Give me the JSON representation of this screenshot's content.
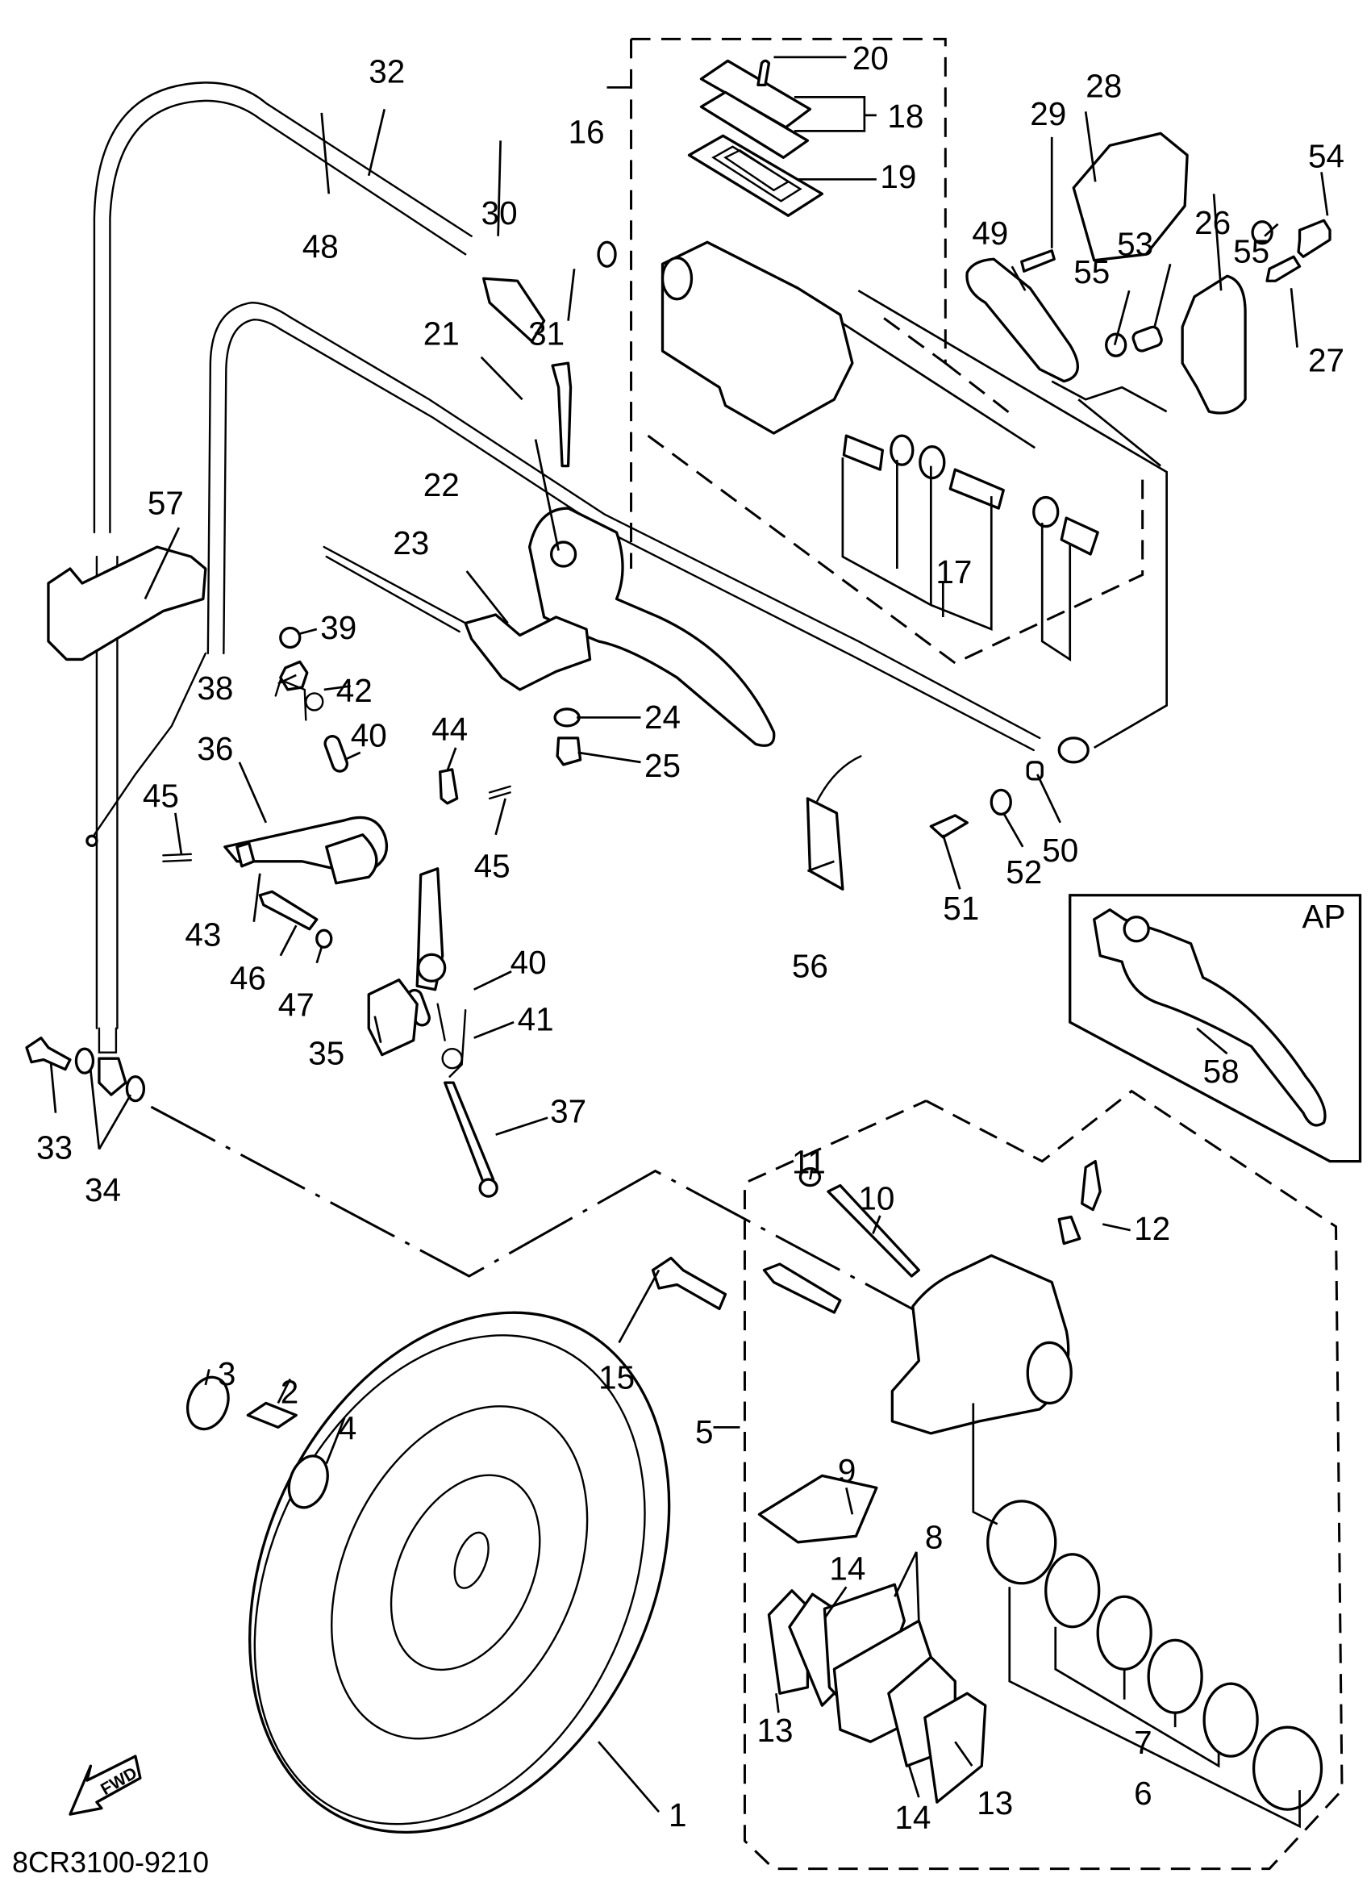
{
  "diagram": {
    "title": "Rear brake / master cylinder exploded view",
    "drawing_code": "8CR3100-9210",
    "direction_marker": "FWD",
    "inset_label": "AP",
    "callouts": [
      {
        "id": "c1",
        "label": "1"
      },
      {
        "id": "c2",
        "label": "2"
      },
      {
        "id": "c3",
        "label": "3"
      },
      {
        "id": "c4",
        "label": "4"
      },
      {
        "id": "c5",
        "label": "5"
      },
      {
        "id": "c6",
        "label": "6"
      },
      {
        "id": "c7",
        "label": "7"
      },
      {
        "id": "c8",
        "label": "8"
      },
      {
        "id": "c9",
        "label": "9"
      },
      {
        "id": "c10",
        "label": "10"
      },
      {
        "id": "c11",
        "label": "11"
      },
      {
        "id": "c12",
        "label": "12"
      },
      {
        "id": "c13a",
        "label": "13"
      },
      {
        "id": "c13b",
        "label": "13"
      },
      {
        "id": "c14a",
        "label": "14"
      },
      {
        "id": "c14b",
        "label": "14"
      },
      {
        "id": "c15",
        "label": "15"
      },
      {
        "id": "c16",
        "label": "16"
      },
      {
        "id": "c17",
        "label": "17"
      },
      {
        "id": "c18",
        "label": "18"
      },
      {
        "id": "c19",
        "label": "19"
      },
      {
        "id": "c20",
        "label": "20"
      },
      {
        "id": "c21",
        "label": "21"
      },
      {
        "id": "c22",
        "label": "22"
      },
      {
        "id": "c23",
        "label": "23"
      },
      {
        "id": "c24",
        "label": "24"
      },
      {
        "id": "c25",
        "label": "25"
      },
      {
        "id": "c26",
        "label": "26"
      },
      {
        "id": "c27",
        "label": "27"
      },
      {
        "id": "c28",
        "label": "28"
      },
      {
        "id": "c29",
        "label": "29"
      },
      {
        "id": "c30",
        "label": "30"
      },
      {
        "id": "c31",
        "label": "31"
      },
      {
        "id": "c32",
        "label": "32"
      },
      {
        "id": "c33",
        "label": "33"
      },
      {
        "id": "c34",
        "label": "34"
      },
      {
        "id": "c35",
        "label": "35"
      },
      {
        "id": "c36",
        "label": "36"
      },
      {
        "id": "c37",
        "label": "37"
      },
      {
        "id": "c38",
        "label": "38"
      },
      {
        "id": "c39",
        "label": "39"
      },
      {
        "id": "c40a",
        "label": "40"
      },
      {
        "id": "c40b",
        "label": "40"
      },
      {
        "id": "c41",
        "label": "41"
      },
      {
        "id": "c42",
        "label": "42"
      },
      {
        "id": "c43",
        "label": "43"
      },
      {
        "id": "c44",
        "label": "44"
      },
      {
        "id": "c45a",
        "label": "45"
      },
      {
        "id": "c45b",
        "label": "45"
      },
      {
        "id": "c46",
        "label": "46"
      },
      {
        "id": "c47",
        "label": "47"
      },
      {
        "id": "c48",
        "label": "48"
      },
      {
        "id": "c49",
        "label": "49"
      },
      {
        "id": "c50",
        "label": "50"
      },
      {
        "id": "c51",
        "label": "51"
      },
      {
        "id": "c52",
        "label": "52"
      },
      {
        "id": "c53",
        "label": "53"
      },
      {
        "id": "c54",
        "label": "54"
      },
      {
        "id": "c55a",
        "label": "55"
      },
      {
        "id": "c55b",
        "label": "55"
      },
      {
        "id": "c56",
        "label": "56"
      },
      {
        "id": "c57",
        "label": "57"
      },
      {
        "id": "c58",
        "label": "58"
      }
    ]
  }
}
